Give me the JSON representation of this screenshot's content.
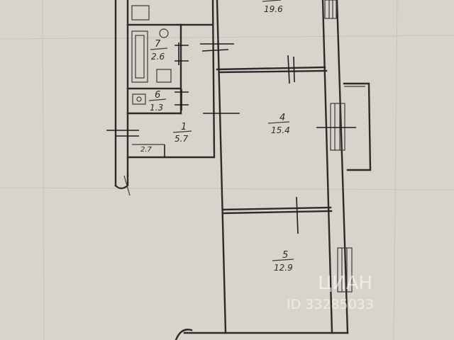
{
  "rooms": [
    {
      "number": "",
      "area": "19.6"
    },
    {
      "number": "7",
      "area": "2.6"
    },
    {
      "number": "6",
      "area": "1.3"
    },
    {
      "number": "1",
      "area": "5.7"
    },
    {
      "number": "4",
      "area": "15.4"
    },
    {
      "number": "5",
      "area": "12.9"
    }
  ],
  "small_dimension": "2.7",
  "watermark": {
    "brand": "ЦИАН",
    "id": "ID 33285033"
  },
  "colors": {
    "paper": "#d9d4cb",
    "ink": "#2b2b2b",
    "watermark": "#ffffff"
  }
}
